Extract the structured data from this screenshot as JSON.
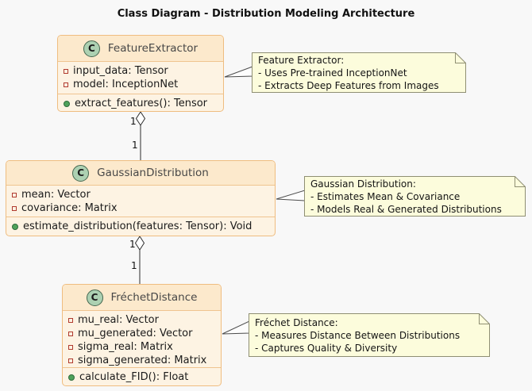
{
  "title": "Class Diagram - Distribution Modeling Architecture",
  "classes": {
    "featureExtractor": {
      "name": "FeatureExtractor",
      "icon_letter": "C",
      "fields": [
        "input_data: Tensor",
        "model: InceptionNet"
      ],
      "methods": [
        "extract_features(): Tensor"
      ]
    },
    "gaussianDistribution": {
      "name": "GaussianDistribution",
      "icon_letter": "C",
      "fields": [
        "mean: Vector",
        "covariance: Matrix"
      ],
      "methods": [
        "estimate_distribution(features: Tensor): Void"
      ]
    },
    "frechetDistance": {
      "name": "FréchetDistance",
      "icon_letter": "C",
      "fields": [
        "mu_real: Vector",
        "mu_generated: Vector",
        "sigma_real: Matrix",
        "sigma_generated: Matrix"
      ],
      "methods": [
        "calculate_FID(): Float"
      ]
    }
  },
  "notes": {
    "featureExtractor": {
      "lines": [
        "Feature Extractor:",
        "- Uses Pre-trained InceptionNet",
        "- Extracts Deep Features from Images"
      ]
    },
    "gaussianDistribution": {
      "lines": [
        "Gaussian Distribution:",
        "- Estimates Mean & Covariance",
        "- Models Real & Generated Distributions"
      ]
    },
    "frechetDistance": {
      "lines": [
        "Fréchet Distance:",
        "- Measures Distance Between Distributions",
        "- Captures Quality & Diversity"
      ]
    }
  },
  "edges": {
    "fe_gd": {
      "source_mult": "1",
      "target_mult": "1"
    },
    "gd_fd": {
      "source_mult": "1",
      "target_mult": "1"
    }
  },
  "colors": {
    "background": "#F8F8F8",
    "class_border": "#EFBD80",
    "class_header_fill": "#FCE9CC",
    "class_body_fill": "#FDF3E3",
    "class_icon_fill": "#ADD1B2",
    "private_field_icon": "#B03A2E",
    "public_method_icon": "#4FA25B",
    "note_fill": "#FCFCDC",
    "note_border": "#8F8F73",
    "edge_line": "#2B2B2B"
  }
}
